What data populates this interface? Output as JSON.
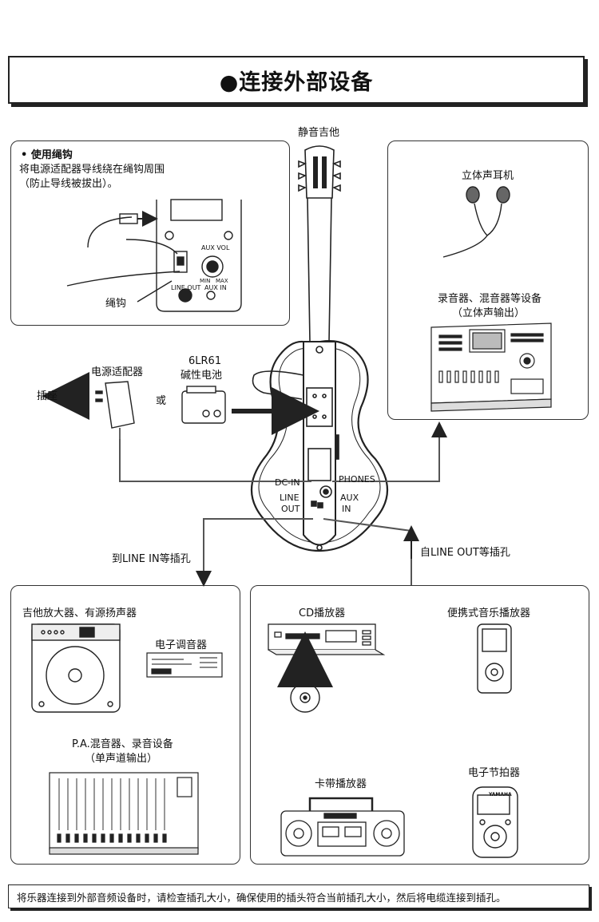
{
  "title": "●连接外部设备",
  "guitar_label": "静音吉他",
  "strap_panel": {
    "heading": "• 使用绳钩",
    "line1": "将电源适配器导线绕在绳钩周围",
    "line2": "（防止导线被拔出）。",
    "hook_label": "绳钩",
    "aux_vol": "AUX VOL",
    "aux_in": "AUX IN",
    "line_out": "LINE OUT",
    "min": "MIN",
    "max": "MAX"
  },
  "power": {
    "adapter_label": "电源适配器",
    "outlet_label": "插座",
    "or_label": "或",
    "battery_line1": "6LR61",
    "battery_line2": "碱性电池"
  },
  "jacks": {
    "dc_in": "DC-IN",
    "phones": "PHONES",
    "line": "LINE",
    "out": "OUT",
    "aux": "AUX",
    "in": "IN"
  },
  "right_panel": {
    "headphones_label": "立体声耳机",
    "recorder_line1": "录音器、混音器等设备",
    "recorder_line2": "（立体声输出）"
  },
  "arrows": {
    "to_line_in": "到LINE IN等插孔",
    "from_line_out": "自LINE OUT等插孔"
  },
  "left_bottom_panel": {
    "amp_label": "吉他放大器、有源扬声器",
    "tuner_label": "电子调音器",
    "pa_line1": "P.A.混音器、录音设备",
    "pa_line2": "（单声道输出）"
  },
  "right_bottom_panel": {
    "cd_label": "CD播放器",
    "portable_label": "便携式音乐播放器",
    "metronome_label": "电子节拍器",
    "cassette_label": "卡带播放器",
    "metronome_brand": "YAMAHA"
  },
  "bottom_note": "将乐器连接到外部音频设备时，请检查插孔大小，确保使用的插头符合当前插孔大小，然后将电缆连接到插孔。"
}
